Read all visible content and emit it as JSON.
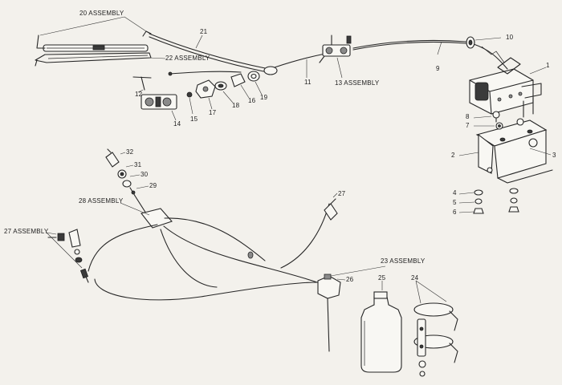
{
  "labels": {
    "p1": "1",
    "p2": "2",
    "p3": "3",
    "p4": "4",
    "p5": "5",
    "p6": "6",
    "p7": "7",
    "p8": "8",
    "p9": "9",
    "p10": "10",
    "p11": "11",
    "p12": "12",
    "p13": "13 ASSEMBLY",
    "p14": "14",
    "p15": "15",
    "p16": "16",
    "p17": "17",
    "p18": "18",
    "p19": "19",
    "p20": "20 ASSEMBLY",
    "p21": "21",
    "p22": "22 ASSEMBLY",
    "p23": "23 ASSEMBLY",
    "p24": "24",
    "p25": "25",
    "p26": "26",
    "p27a": "27 ASSEMBLY",
    "p27b": "27",
    "p28": "28 ASSEMBLY",
    "p29": "29",
    "p30": "30",
    "p31": "31",
    "p32": "32"
  }
}
